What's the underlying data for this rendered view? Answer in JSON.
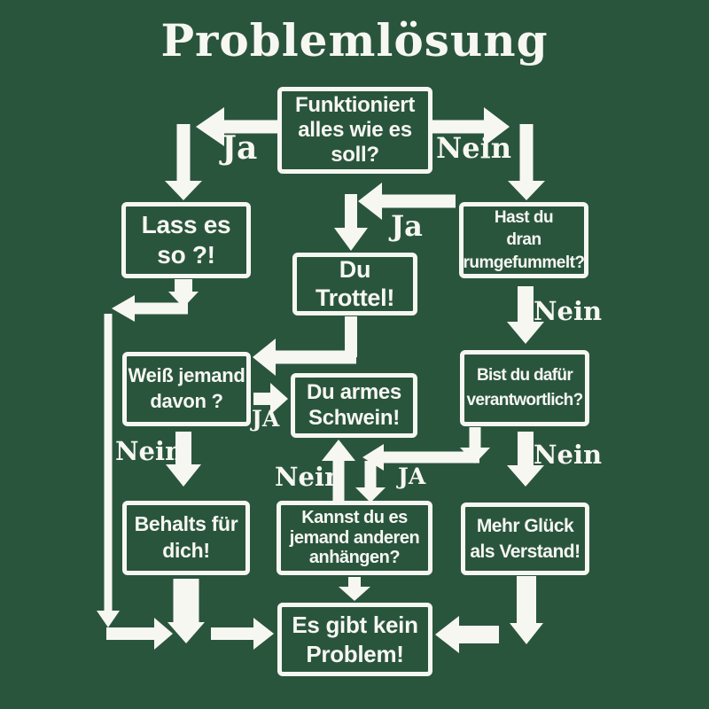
{
  "title": "Problemlösung",
  "colors": {
    "background": "#2a553d",
    "ink": "#f7f7f2"
  },
  "flowchart": {
    "boxes": {
      "funktioniert": {
        "l1": "Funktioniert",
        "l2": "alles wie es",
        "l3": "soll?"
      },
      "lass": {
        "l1": "Lass es",
        "l2": "so ?!"
      },
      "hast": {
        "l1": "Hast du",
        "l2": "dran",
        "l3": "rumgefummelt?"
      },
      "trottel": {
        "l1": "Du",
        "l2": "Trottel!"
      },
      "weiss": {
        "l1": "Weiß jemand",
        "l2": "davon ?"
      },
      "schwein": {
        "l1": "Du armes",
        "l2": "Schwein!"
      },
      "bist": {
        "l1": "Bist du dafür",
        "l2": "verantwortlich?"
      },
      "behalts": {
        "l1": "Behalts für",
        "l2": "dich!"
      },
      "kannst": {
        "l1": "Kannst du es",
        "l2": "jemand anderen",
        "l3": "anhängen?"
      },
      "mehr": {
        "l1": "Mehr Glück",
        "l2": "als Verstand!"
      },
      "esgibt": {
        "l1": "Es gibt kein",
        "l2": "Problem!"
      }
    },
    "labels": {
      "ja_top": "Ja",
      "nein_top": "Nein",
      "ja_trottel": "Ja",
      "nein_hast": "Nein",
      "ja_schwein": "JA",
      "nein_weiss": "Nein",
      "nein_kannst": "Nein",
      "ja_kannst": "JA",
      "nein_bist": "Nein"
    }
  }
}
